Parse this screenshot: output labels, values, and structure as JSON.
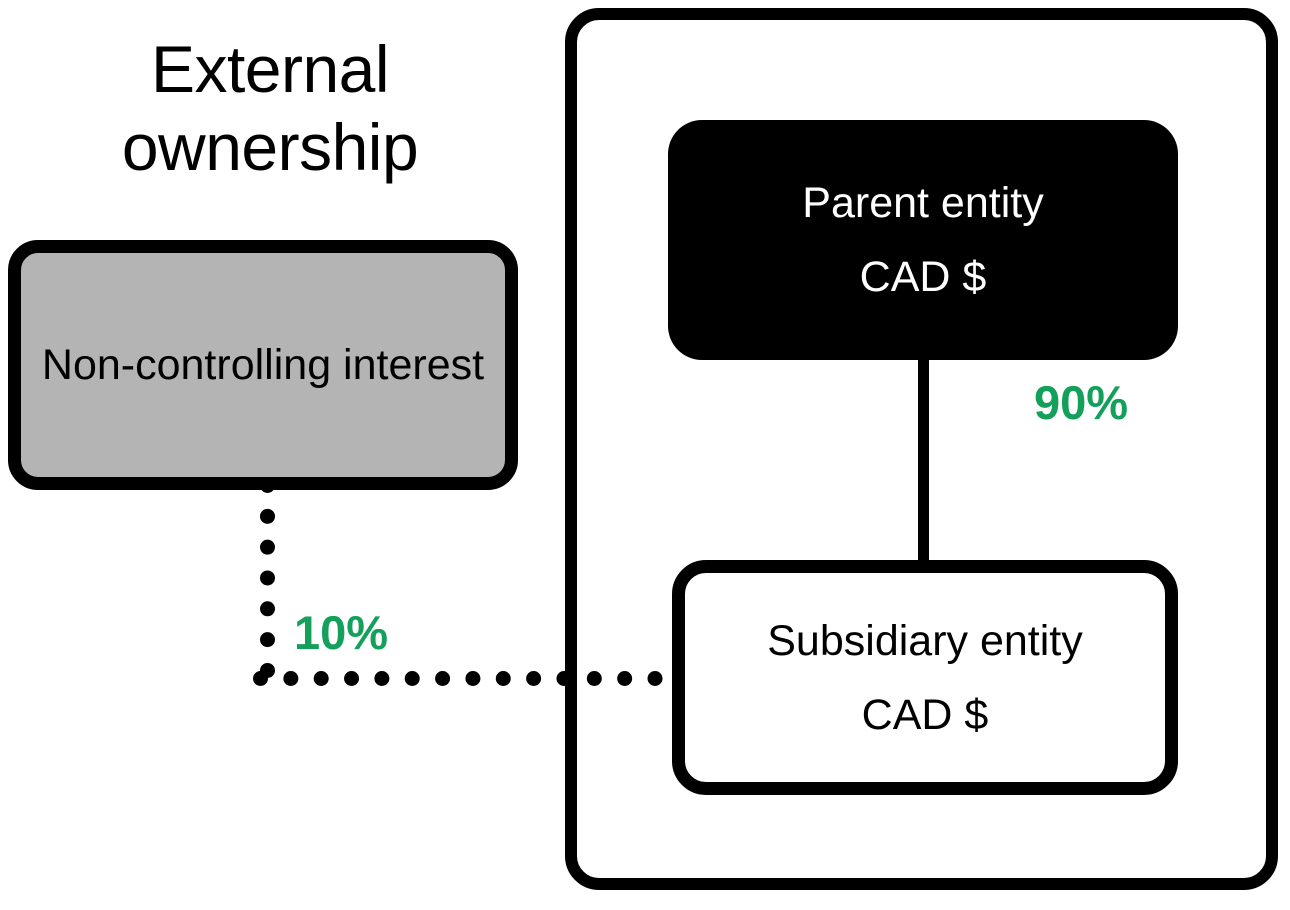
{
  "diagram": {
    "title_external": "External\nownership",
    "group_container": {
      "name": "consolidated-group-boundary"
    },
    "nodes": {
      "non_controlling_interest": {
        "label": "Non-controlling interest",
        "fill": "#b4b4b4",
        "text_color": "#000000"
      },
      "parent_entity": {
        "line1": "Parent entity",
        "line2": "CAD $",
        "fill": "#000000",
        "text_color": "#ffffff"
      },
      "subsidiary_entity": {
        "line1": "Subsidiary entity",
        "line2": "CAD $",
        "fill": "#ffffff",
        "text_color": "#000000"
      }
    },
    "edges": {
      "parent_to_subsidiary": {
        "label": "90%",
        "style": "solid",
        "color": "#13a05a"
      },
      "nci_to_subsidiary": {
        "label": "10%",
        "style": "dotted",
        "color": "#13a05a"
      }
    },
    "colors": {
      "accent_green": "#13a05a",
      "stroke_black": "#000000",
      "gray_fill": "#b4b4b4",
      "background": "#ffffff"
    }
  }
}
